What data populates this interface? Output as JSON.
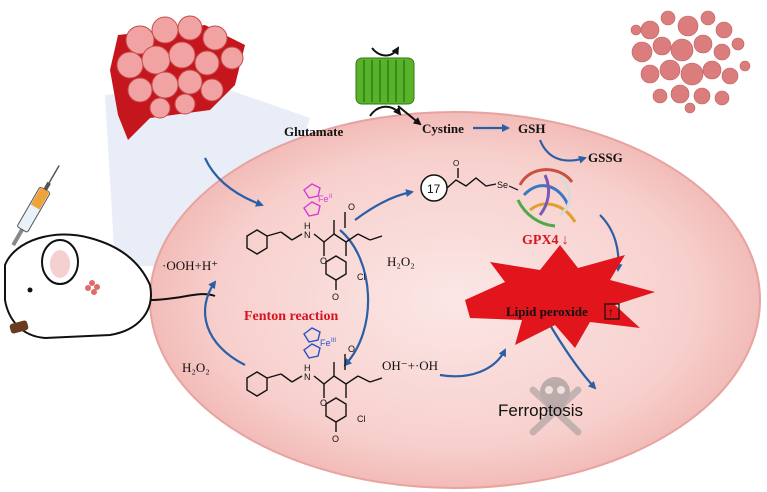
{
  "labels": {
    "glutamate": "Glutamate",
    "cystine": "Cystine",
    "gsh": "GSH",
    "gssg": "GSSG",
    "gpx4": "GPX4",
    "gpx4_arrow": "↓",
    "fenton": "Fenton reaction",
    "h2o2_right": "H₂O₂",
    "h2o2_left": "H₂O₂",
    "ooh": "·OOH+H⁺",
    "oh": "OH⁻+·OH",
    "lipid": "Lipid peroxide",
    "lipid_arrow": "↑",
    "ferroptosis": "Ferroptosis",
    "marker": "17",
    "se": "Se",
    "fe_top": "Fe",
    "fe_top_ox": "II",
    "fe_bottom": "Fe",
    "fe_bottom_ox": "III",
    "chem": {
      "nh": "H",
      "n": "N",
      "o": "O",
      "cl": "Cl"
    }
  },
  "colors": {
    "cell_fill": "#f6c9c6",
    "arrow": "#2a5fa6",
    "red_text": "#d8141e",
    "burst": "#e2141c",
    "fe2": "#d83ad8",
    "fe3": "#2453c8",
    "transporter": "#58b22a",
    "tissue": "#e88585"
  },
  "icons": [
    "mouse-icon",
    "syringe-icon",
    "tumor-tissue-icon",
    "dead-cells-icon",
    "transporter-protein-icon",
    "gpx4-protein-icon",
    "skull-crossbones-icon"
  ]
}
